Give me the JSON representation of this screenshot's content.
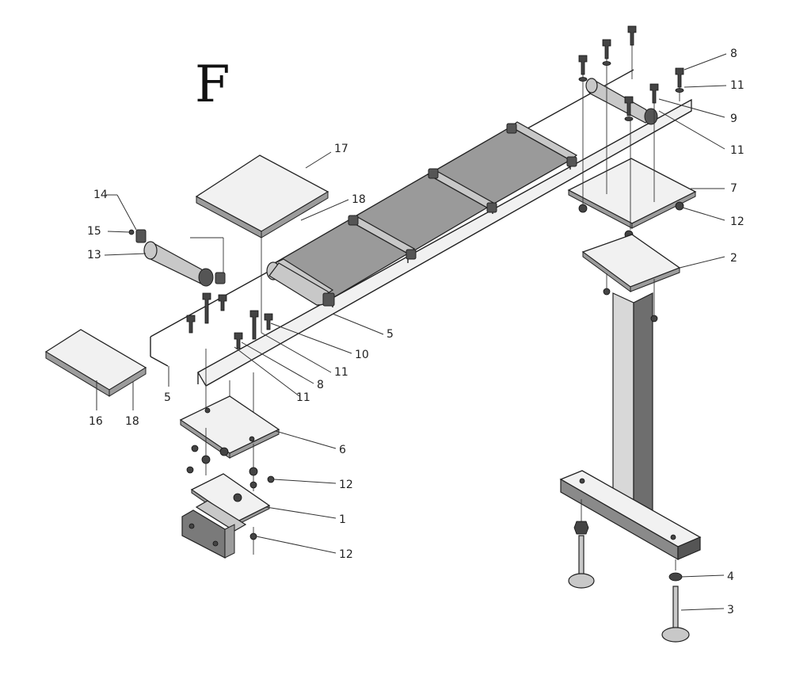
{
  "figure": {
    "title_letter": "F"
  },
  "callouts": [
    {
      "id": "c8a",
      "text": "8"
    },
    {
      "id": "c11a",
      "text": "11"
    },
    {
      "id": "c9",
      "text": "9"
    },
    {
      "id": "c11b",
      "text": "11"
    },
    {
      "id": "c7",
      "text": "7"
    },
    {
      "id": "c12a",
      "text": "12"
    },
    {
      "id": "c2",
      "text": "2"
    },
    {
      "id": "c17",
      "text": "17"
    },
    {
      "id": "c18a",
      "text": "18"
    },
    {
      "id": "c14",
      "text": "14"
    },
    {
      "id": "c15",
      "text": "15"
    },
    {
      "id": "c13",
      "text": "13"
    },
    {
      "id": "c5a",
      "text": "5"
    },
    {
      "id": "c10",
      "text": "10"
    },
    {
      "id": "c11c",
      "text": "11"
    },
    {
      "id": "c8b",
      "text": "8"
    },
    {
      "id": "c11d",
      "text": "11"
    },
    {
      "id": "c5b",
      "text": "5"
    },
    {
      "id": "c16",
      "text": "16"
    },
    {
      "id": "c18b",
      "text": "18"
    },
    {
      "id": "c6",
      "text": "6"
    },
    {
      "id": "c12b",
      "text": "12"
    },
    {
      "id": "c1",
      "text": "1"
    },
    {
      "id": "c12c",
      "text": "12"
    },
    {
      "id": "c4",
      "text": "4"
    },
    {
      "id": "c3",
      "text": "3"
    }
  ]
}
